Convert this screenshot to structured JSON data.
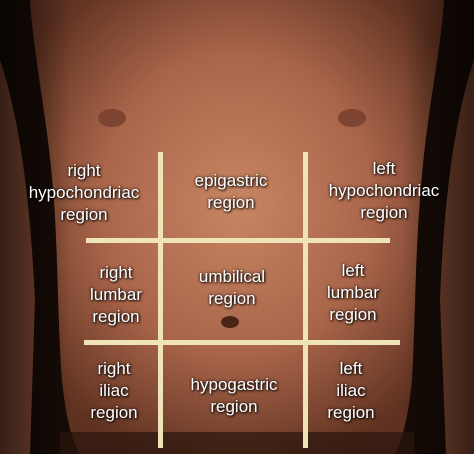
{
  "grid_color": "#efe4b8",
  "skin_color": "#b8704f",
  "regions": {
    "right_hypochondriac": [
      "right",
      "hypochondriac",
      "region"
    ],
    "epigastric": [
      "epigastric",
      "region"
    ],
    "left_hypochondriac": [
      "left",
      "hypochondriac",
      "region"
    ],
    "right_lumbar": [
      "right",
      "lumbar",
      "region"
    ],
    "umbilical": [
      "umbilical",
      "region"
    ],
    "left_lumbar": [
      "left",
      "lumbar",
      "region"
    ],
    "right_iliac": [
      "right",
      "iliac",
      "region"
    ],
    "hypogastric": [
      "hypogastric",
      "region"
    ],
    "left_iliac": [
      "left",
      "iliac",
      "region"
    ]
  }
}
